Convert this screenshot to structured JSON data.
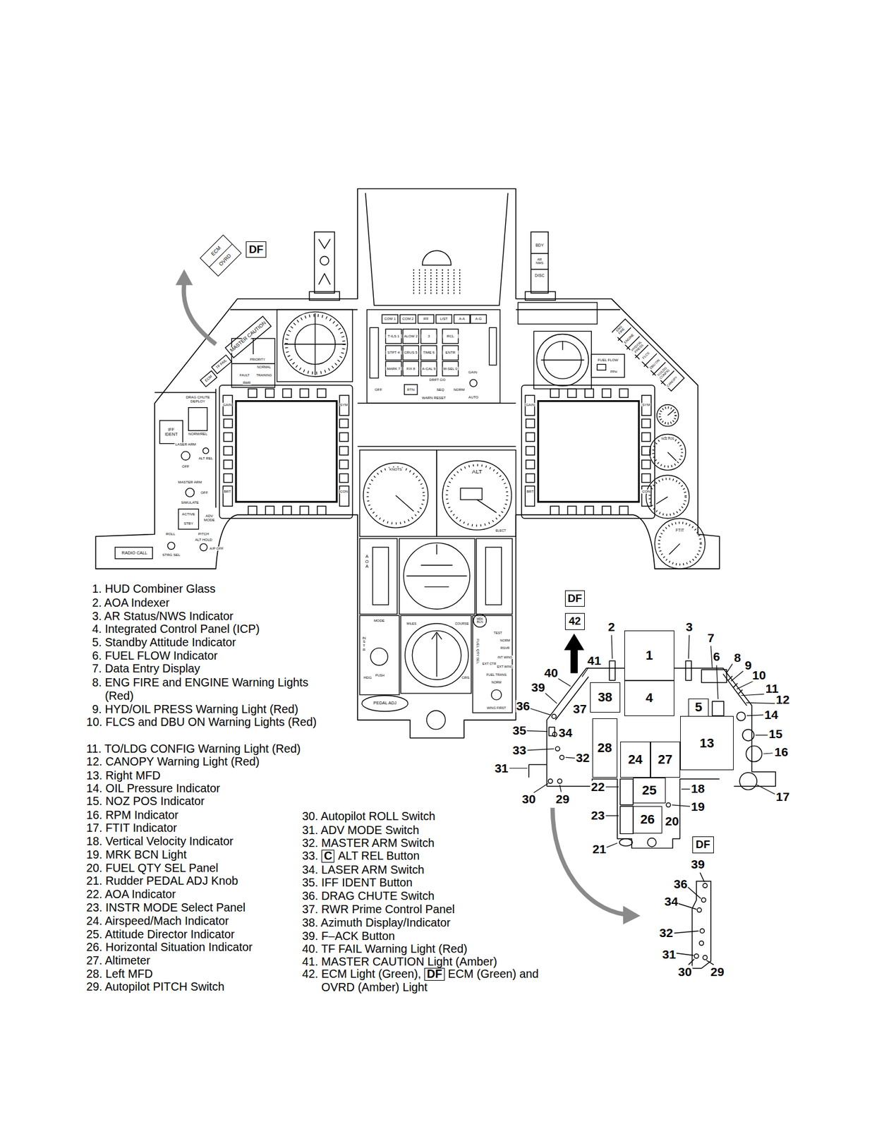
{
  "diagram": {
    "nodes": [
      {
        "text": [
          "ECM",
          "OVRD"
        ]
      },
      {
        "text": [
          "DF"
        ]
      },
      {
        "text": [
          "DF"
        ]
      },
      {
        "text": [
          "42"
        ]
      },
      {
        "text": [
          "1"
        ]
      },
      {
        "text": [
          "38"
        ]
      },
      {
        "text": [
          "4"
        ]
      },
      {
        "text": [
          "5"
        ]
      },
      {
        "text": [
          "28"
        ]
      },
      {
        "text": [
          "13"
        ]
      },
      {
        "text": [
          "24"
        ]
      },
      {
        "text": [
          "27"
        ]
      },
      {
        "text": [
          "25"
        ]
      },
      {
        "text": [
          "26"
        ]
      },
      {
        "text": [
          "DF"
        ]
      }
    ],
    "labels": [
      "1. HUD Combiner Glass",
      "2. AOA Indexer",
      "3. AR Status/NWS Indicator",
      "4. Integrated Control Panel (ICP)",
      "5. Standby Attitude Indicator",
      "6. FUEL FLOW Indicator",
      "7. Data Entry Display",
      "8. ENG FIRE and ENGINE Warning Lights (Red)",
      "9. HYD/OIL PRESS Warning Light (Red)",
      "10. FLCS and DBU ON Warning Lights (Red)",
      "11. TO/LDG CONFIG Warning Light (Red)",
      "12. CANOPY Warning Light (Red)",
      "13. Right MFD",
      "14. OIL Pressure Indicator",
      "15. NOZ POS Indicator",
      "16. RPM Indicator",
      "17. FTIT Indicator",
      "18. Vertical Velocity Indicator",
      "19. MRK BCN Light",
      "20. FUEL QTY SEL Panel",
      "21. Rudder PEDAL ADJ Knob",
      "22. AOA Indicator",
      "23. INSTR MODE Select Panel",
      "24. Airspeed/Mach Indicator",
      "25. Attitude Director Indicator",
      "26. Horizontal Situation Indicator",
      "27. Altimeter",
      "28. Left MFD",
      "29. Autopilot PITCH Switch",
      "30. Autopilot ROLL Switch",
      "31. ADV MODE Switch",
      "32. MASTER ARM Switch",
      "33.",
      "C",
      "ALT REL Button",
      "34. LASER ARM Switch",
      "35. IFF IDENT Button",
      "36. DRAG CHUTE Switch",
      "37. RWR Prime Control Panel",
      "38. Azimuth Display/Indicator",
      "39. F–ACK Button",
      "40. TF FAIL Warning Light (Red)",
      "41. MASTER CAUTION Light (Amber)",
      "42. ECM Light (Green),",
      "DF",
      "ECM (Green) and OVRD (Amber) Light",
      "2",
      "3",
      "7",
      "6",
      "8",
      "9",
      "10",
      "11",
      "12",
      "14",
      "15",
      "16",
      "17",
      "18",
      "19",
      "20",
      "21",
      "22",
      "23",
      "29",
      "30",
      "31",
      "32",
      "33",
      "34",
      "35",
      "36",
      "37",
      "39",
      "40",
      "41",
      "39",
      "36",
      "34",
      "32",
      "31",
      "30",
      "29",
      "MASTER CAUTION",
      "TF FAIL",
      "ECM",
      "IFF IDENT",
      "DRAG CHUTE DEPLOY",
      "NORM/REL",
      "LASER ARM",
      "OFF",
      "ALT REL",
      "MASTER ARM",
      "OFF",
      "SIMULATE",
      "ACTIVE",
      "STBY",
      "ADV MODE",
      "ROLL",
      "PITCH",
      "STRG SEL",
      "ALT HOLD",
      "A/P OFF",
      "RADIO CALL",
      "PRIORITY",
      "NORMAL",
      "TRAINING",
      "FAULT",
      "RWR",
      "COM 1",
      "COM 2",
      "IFF",
      "LIST",
      "A-A",
      "A-G",
      "T-ILS 1",
      "ALOW 2",
      "3",
      "RCL",
      "STPT 4",
      "CRUS 5",
      "TIME 6",
      "ENTR",
      "MARK 7",
      "FIX 8",
      "A-CAL 9",
      "M-SEL 0",
      "RTN",
      "SEQ",
      "DRIFT C/O",
      "NORM",
      "WARN RESET",
      "OFF",
      "GAIN",
      "AUTO",
      "BDY",
      "AR NWS",
      "DISC",
      "FUEL FLOW",
      "PPH",
      "ENG FIRE",
      "ENGINE",
      "HYD/OIL PRESS",
      "FLCS",
      "DBU ON",
      "TO/LDG CONFIG",
      "CANOPY",
      "GAIN",
      "SYM",
      "BRT",
      "CON",
      "GAIN",
      "SYM",
      "BRT",
      "CON",
      "KNOTS",
      "ALT",
      "ELECT",
      "AOA",
      "MODE",
      "INSTR",
      "HDG",
      "PUSH",
      "MILES",
      "COURSE",
      "CRS",
      "MRK BCN",
      "FUEL QTY SEL",
      "TEST",
      "NORM",
      "RSVR",
      "INT WING",
      "EXT CTR",
      "EXT WING",
      "FUEL TRANS",
      "NORM",
      "WING FIRST",
      "PEDAL ADJ",
      "NOZ POS",
      "FTIT"
    ]
  }
}
